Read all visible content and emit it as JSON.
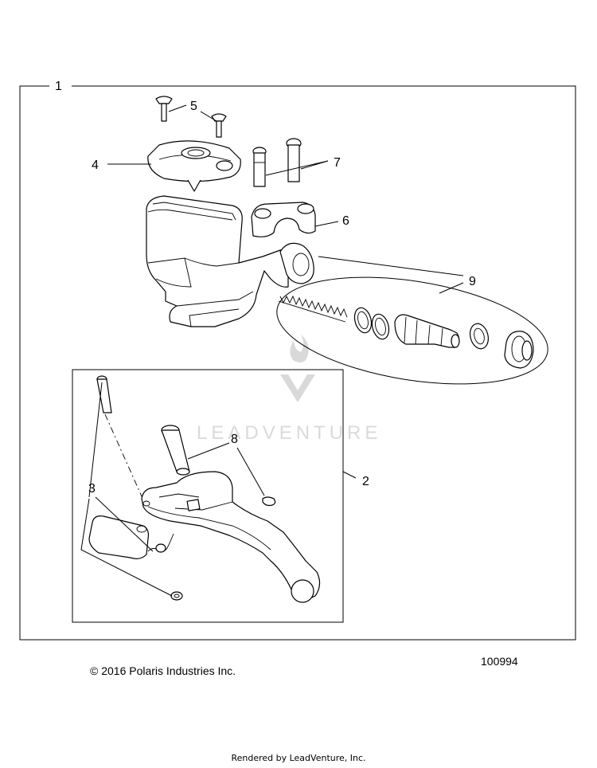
{
  "callouts": {
    "c1": "1",
    "c2": "2",
    "c3": "3",
    "c4": "4",
    "c5": "5",
    "c6": "6",
    "c7": "7",
    "c8": "8",
    "c9": "9"
  },
  "watermark": "LEADVENTURE",
  "copyright": "© 2016 Polaris Industries Inc.",
  "figure_number": "100994",
  "rendered_by": "Rendered by LeadVenture, Inc."
}
